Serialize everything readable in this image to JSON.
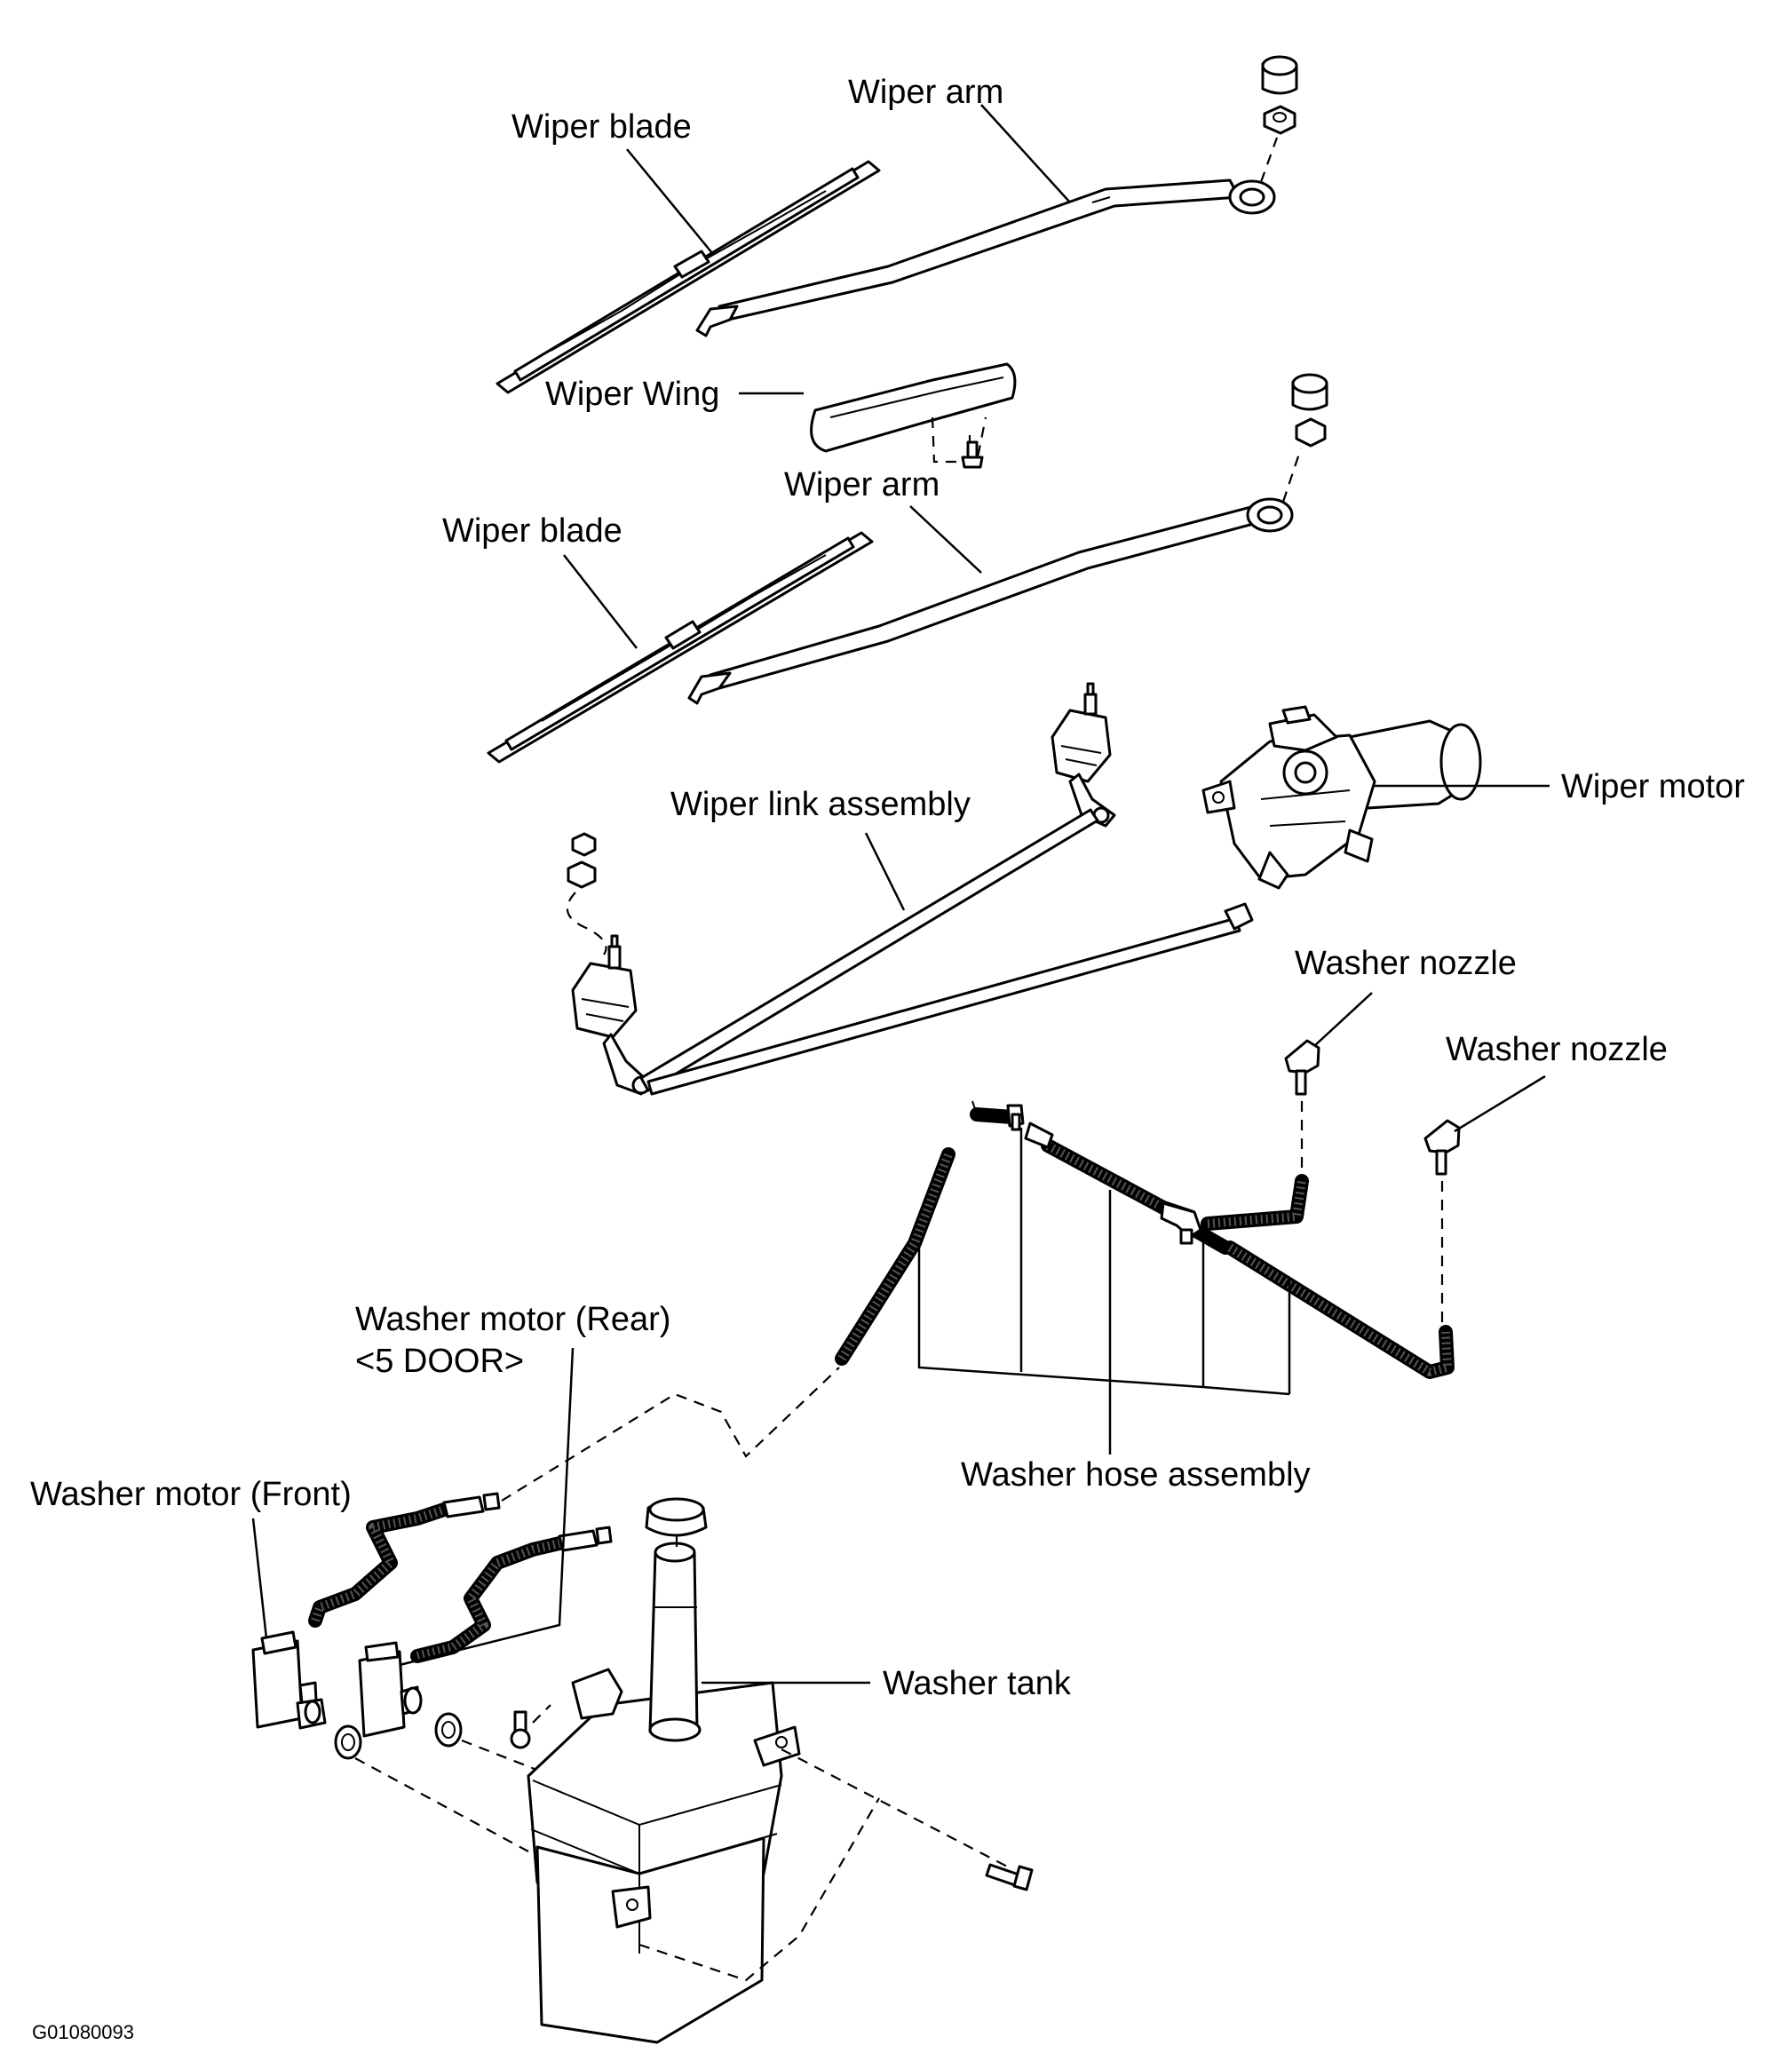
{
  "labels": {
    "wiper_blade_upper": "Wiper blade",
    "wiper_arm_upper": "Wiper arm",
    "wiper_wing": "Wiper Wing",
    "wiper_arm_lower": "Wiper arm",
    "wiper_blade_lower": "Wiper blade",
    "wiper_link_assembly": "Wiper link assembly",
    "wiper_motor": "Wiper motor",
    "washer_nozzle_1": "Washer nozzle",
    "washer_nozzle_2": "Washer nozzle",
    "washer_motor_rear_line1": "Washer motor (Rear)",
    "washer_motor_rear_line2": "<5 DOOR>",
    "washer_motor_front": "Washer motor (Front)",
    "washer_hose_assembly": "Washer hose assembly",
    "washer_tank": "Washer tank"
  },
  "figure_code": "G01080093"
}
